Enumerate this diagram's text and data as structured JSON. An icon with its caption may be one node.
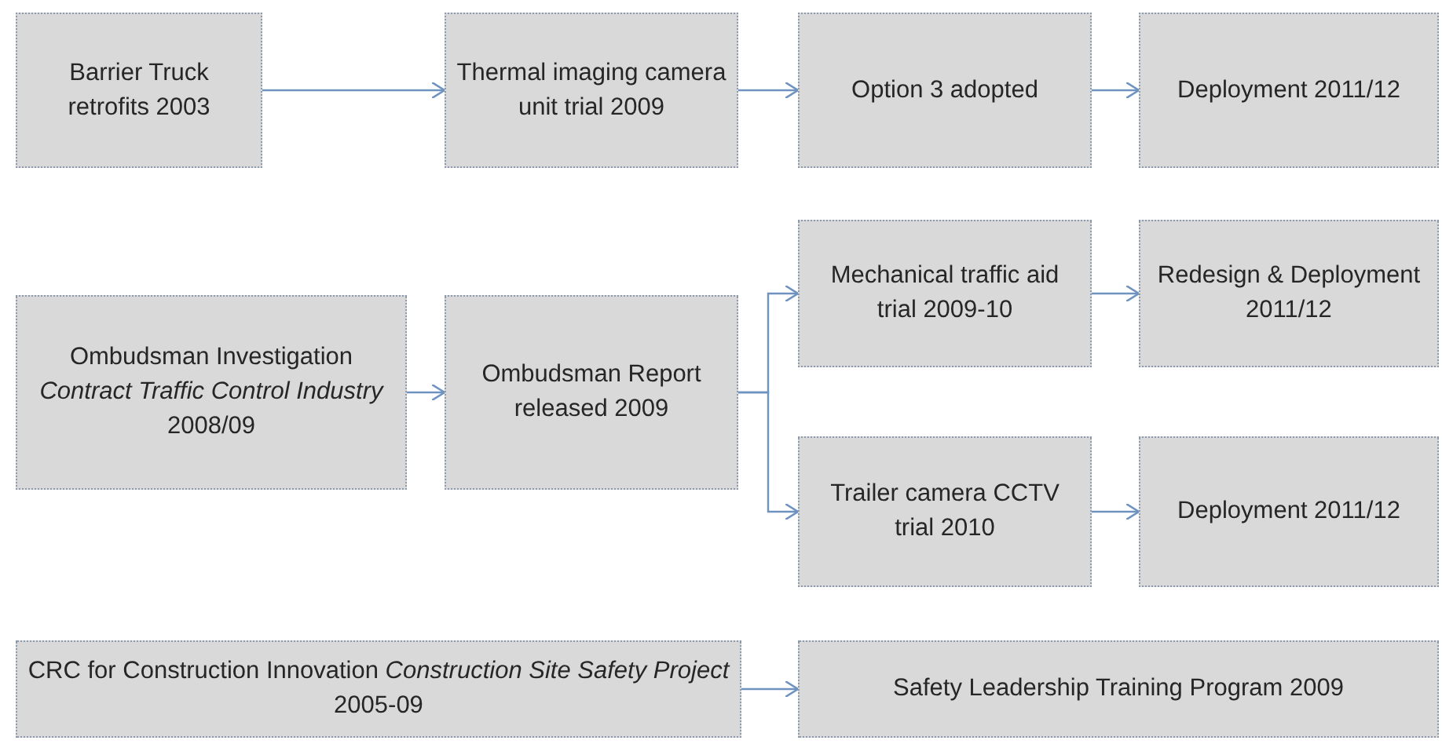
{
  "diagram": {
    "nodes": [
      {
        "text": [
          "Barrier Truck retrofits 2003"
        ]
      },
      {
        "text": [
          "Thermal imaging camera unit trial 2009"
        ]
      },
      {
        "text": [
          "Option 3 adopted"
        ]
      },
      {
        "text": [
          "Deployment 2011/12"
        ]
      },
      {
        "text": [
          "Ombudsman Investigation *Contract Traffic Control Industry* 2008/09"
        ]
      },
      {
        "text": [
          "Ombudsman Report released 2009"
        ]
      },
      {
        "text": [
          "Mechanical traffic aid trial 2009-10"
        ]
      },
      {
        "text": [
          "Redesign & Deployment 2011/12"
        ]
      },
      {
        "text": [
          "Trailer camera CCTV trial 2010"
        ]
      },
      {
        "text": [
          "Deployment 2011/12"
        ]
      },
      {
        "text": [
          "CRC for Construction Innovation *Construction Site Safety Project* 2005-09"
        ]
      },
      {
        "text": [
          "Safety Leadership Training Program 2009"
        ]
      }
    ],
    "edges": [
      {
        "from": 0,
        "to": 1,
        "arrow": "to"
      },
      {
        "from": 1,
        "to": 2,
        "arrow": "to"
      },
      {
        "from": 2,
        "to": 3,
        "arrow": "to"
      },
      {
        "from": 4,
        "to": 5,
        "arrow": "to"
      },
      {
        "from": 5,
        "to": 6,
        "arrow": "to"
      },
      {
        "from": 5,
        "to": 8,
        "arrow": "to"
      },
      {
        "from": 6,
        "to": 7,
        "arrow": "to"
      },
      {
        "from": 8,
        "to": 9,
        "arrow": "to"
      },
      {
        "from": 10,
        "to": 11,
        "arrow": "to"
      }
    ]
  }
}
